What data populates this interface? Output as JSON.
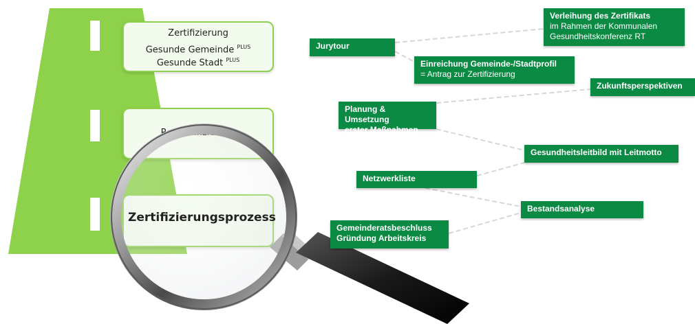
{
  "stages": {
    "zertifizierung": {
      "title": "Zertifizierung",
      "line1": "Gesunde Gemeinde",
      "line1_sup": "PLUS",
      "line2": "Gesunde Stadt",
      "line2_sup": "PLUS"
    },
    "rezertifizierung": {
      "title": "Re-Zertifizierung"
    },
    "prozess": {
      "title": "Zertifizierungsprozess"
    }
  },
  "steps": [
    {
      "id": "gemeinderatsbeschluss",
      "line1": "Gemeinderatsbeschluss",
      "line2": "Gründung Arbeitskreis"
    },
    {
      "id": "bestandsanalyse",
      "line1": "Bestandsanalyse"
    },
    {
      "id": "netzwerkliste",
      "line1": "Netzwerkliste"
    },
    {
      "id": "gesundheitsleitbild",
      "line1": "Gesundheitsleitbild mit Leitmotto"
    },
    {
      "id": "planung",
      "line1": "Planung & Umsetzung",
      "line2": "erster Maßnahmen"
    },
    {
      "id": "zukunftsperspektiven",
      "line1": "Zukunftsperspektiven"
    },
    {
      "id": "einreichung",
      "line1": "Einreichung Gemeinde-/Stadtprofil",
      "sub": "= Antrag zur Zertifizierung"
    },
    {
      "id": "jurytour",
      "line1": "Jurytour"
    },
    {
      "id": "verleihung",
      "line1": "Verleihung des Zertifikats",
      "sub1": "im Rahmen der Kommunalen",
      "sub2": "Gesundheitskonferenz RT"
    }
  ],
  "colors": {
    "road": "#8ed14a",
    "box_green": "#0b8a43",
    "stage_border": "#8fd14f"
  }
}
